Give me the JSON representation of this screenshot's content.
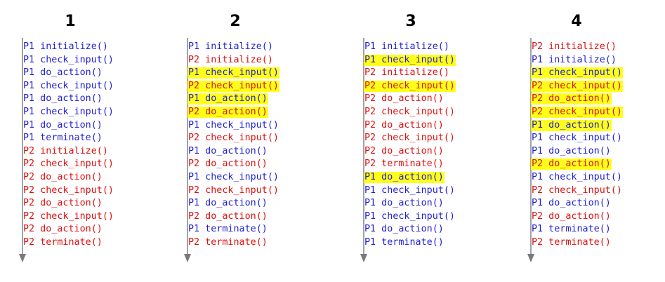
{
  "colors": {
    "P1": "#1f1fd6",
    "P2": "#e01010",
    "highlight": "#ffff1a",
    "arrow": "#7a7a7a"
  },
  "columns": [
    {
      "title": "1",
      "steps": [
        {
          "text": "P1 initialize()",
          "process": "P1",
          "highlight": false
        },
        {
          "text": "P1 check_input()",
          "process": "P1",
          "highlight": false
        },
        {
          "text": "P1 do_action()",
          "process": "P1",
          "highlight": false
        },
        {
          "text": "P1 check_input()",
          "process": "P1",
          "highlight": false
        },
        {
          "text": "P1 do_action()",
          "process": "P1",
          "highlight": false
        },
        {
          "text": "P1 check_input()",
          "process": "P1",
          "highlight": false
        },
        {
          "text": "P1 do_action()",
          "process": "P1",
          "highlight": false
        },
        {
          "text": "P1 terminate()",
          "process": "P1",
          "highlight": false
        },
        {
          "text": "P2 initialize()",
          "process": "P2",
          "highlight": false
        },
        {
          "text": "P2 check_input()",
          "process": "P2",
          "highlight": false
        },
        {
          "text": "P2 do_action()",
          "process": "P2",
          "highlight": false
        },
        {
          "text": "P2 check_input()",
          "process": "P2",
          "highlight": false
        },
        {
          "text": "P2 do_action()",
          "process": "P2",
          "highlight": false
        },
        {
          "text": "P2 check_input()",
          "process": "P2",
          "highlight": false
        },
        {
          "text": "P2 do_action()",
          "process": "P2",
          "highlight": false
        },
        {
          "text": "P2 terminate()",
          "process": "P2",
          "highlight": false
        }
      ]
    },
    {
      "title": "2",
      "steps": [
        {
          "text": "P1 initialize()",
          "process": "P1",
          "highlight": false
        },
        {
          "text": "P2 initialize()",
          "process": "P2",
          "highlight": false
        },
        {
          "text": "P1 check_input()",
          "process": "P1",
          "highlight": true
        },
        {
          "text": "P2 check_input()",
          "process": "P2",
          "highlight": true
        },
        {
          "text": "P1 do_action()",
          "process": "P1",
          "highlight": true
        },
        {
          "text": "P2 do_action()",
          "process": "P2",
          "highlight": true
        },
        {
          "text": "P1 check_input()",
          "process": "P1",
          "highlight": false
        },
        {
          "text": "P2 check_input()",
          "process": "P2",
          "highlight": false
        },
        {
          "text": "P1 do_action()",
          "process": "P1",
          "highlight": false
        },
        {
          "text": "P2 do_action()",
          "process": "P2",
          "highlight": false
        },
        {
          "text": "P1 check_input()",
          "process": "P1",
          "highlight": false
        },
        {
          "text": "P2 check_input()",
          "process": "P2",
          "highlight": false
        },
        {
          "text": "P1 do_action()",
          "process": "P1",
          "highlight": false
        },
        {
          "text": "P2 do_action()",
          "process": "P2",
          "highlight": false
        },
        {
          "text": "P1 terminate()",
          "process": "P1",
          "highlight": false
        },
        {
          "text": "P2 terminate()",
          "process": "P2",
          "highlight": false
        }
      ]
    },
    {
      "title": "3",
      "steps": [
        {
          "text": "P1 initialize()",
          "process": "P1",
          "highlight": false
        },
        {
          "text": "P1 check_input()",
          "process": "P1",
          "highlight": true
        },
        {
          "text": "P2 initialize()",
          "process": "P2",
          "highlight": false
        },
        {
          "text": "P2 check_input()",
          "process": "P2",
          "highlight": true
        },
        {
          "text": "P2 do_action()",
          "process": "P2",
          "highlight": false
        },
        {
          "text": "P2 check_input()",
          "process": "P2",
          "highlight": false
        },
        {
          "text": "P2 do_action()",
          "process": "P2",
          "highlight": false
        },
        {
          "text": "P2 check_input()",
          "process": "P2",
          "highlight": false
        },
        {
          "text": "P2 do_action()",
          "process": "P2",
          "highlight": false
        },
        {
          "text": "P2 terminate()",
          "process": "P2",
          "highlight": false
        },
        {
          "text": "P1 do_action()",
          "process": "P1",
          "highlight": true
        },
        {
          "text": "P1 check_input()",
          "process": "P1",
          "highlight": false
        },
        {
          "text": "P1 do_action()",
          "process": "P1",
          "highlight": false
        },
        {
          "text": "P1 check_input()",
          "process": "P1",
          "highlight": false
        },
        {
          "text": "P1 do_action()",
          "process": "P1",
          "highlight": false
        },
        {
          "text": "P1 terminate()",
          "process": "P1",
          "highlight": false
        }
      ]
    },
    {
      "title": "4",
      "steps": [
        {
          "text": "P2 initialize()",
          "process": "P2",
          "highlight": false
        },
        {
          "text": "P1 initialize()",
          "process": "P1",
          "highlight": false
        },
        {
          "text": "P1 check_input()",
          "process": "P1",
          "highlight": true
        },
        {
          "text": "P2 check_input()",
          "process": "P2",
          "highlight": true
        },
        {
          "text": "P2 do_action()",
          "process": "P2",
          "highlight": true
        },
        {
          "text": "P2 check_input()",
          "process": "P2",
          "highlight": true
        },
        {
          "text": "P1 do_action()",
          "process": "P1",
          "highlight": true
        },
        {
          "text": "P1 check_input()",
          "process": "P1",
          "highlight": false
        },
        {
          "text": "P1 do_action()",
          "process": "P1",
          "highlight": false
        },
        {
          "text": "P2 do_action()",
          "process": "P2",
          "highlight": true
        },
        {
          "text": "P1 check_input()",
          "process": "P1",
          "highlight": false
        },
        {
          "text": "P2 check_input()",
          "process": "P2",
          "highlight": false
        },
        {
          "text": "P1 do_action()",
          "process": "P1",
          "highlight": false
        },
        {
          "text": "P2 do_action()",
          "process": "P2",
          "highlight": false
        },
        {
          "text": "P1 terminate()",
          "process": "P1",
          "highlight": false
        },
        {
          "text": "P2 terminate()",
          "process": "P2",
          "highlight": false
        }
      ]
    }
  ]
}
